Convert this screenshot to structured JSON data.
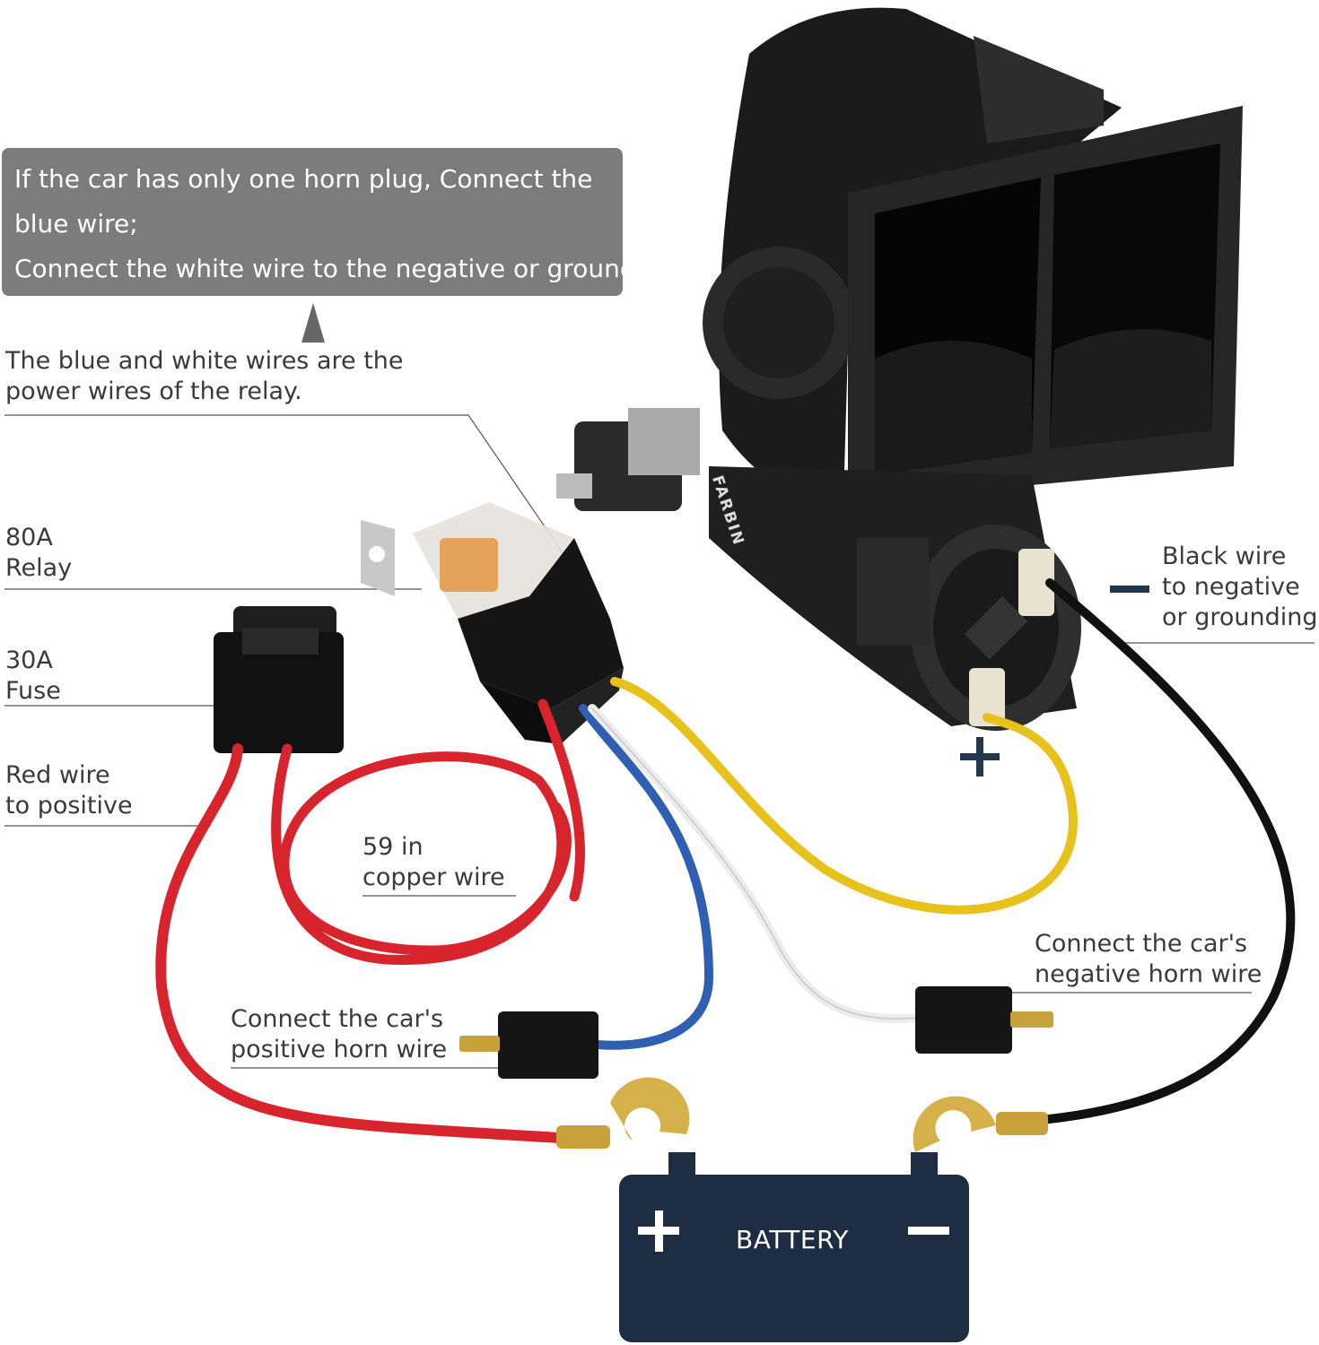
{
  "callout": {
    "line1": "If the car has only one horn plug, Connect the",
    "line2": "blue wire;",
    "line3": "Connect the white wire to the negative or ground."
  },
  "labels": {
    "power_wires_line1": "The blue and white wires are the",
    "power_wires_line2": "power wires of the relay.",
    "relay_line1": "80A",
    "relay_line2": "Relay",
    "fuse_line1": "30A",
    "fuse_line2": "Fuse",
    "red_line1": "Red wire",
    "red_line2": "to positive",
    "copper_line1": "59 in",
    "copper_line2": "copper wire",
    "black_line1": "Black wire",
    "black_line2": "to negative",
    "black_line3": "or grounding",
    "neg_horn_line1": "Connect the car's",
    "neg_horn_line2": "negative horn wire",
    "pos_horn_line1": "Connect the car's",
    "pos_horn_line2": "positive horn wire"
  },
  "battery": {
    "label": "BATTERY"
  },
  "brand": "FARBIN",
  "colors": {
    "callout_bg": "#7c7c7c",
    "battery_body": "#1c2d44",
    "red_wire": "#d8242c",
    "blue_wire": "#2f5fb3",
    "white_wire": "#ececec",
    "yellow_wire": "#e8c21c",
    "black_wire": "#111111",
    "terminal_brass": "#c9a13a",
    "sign_color": "#22364d"
  }
}
